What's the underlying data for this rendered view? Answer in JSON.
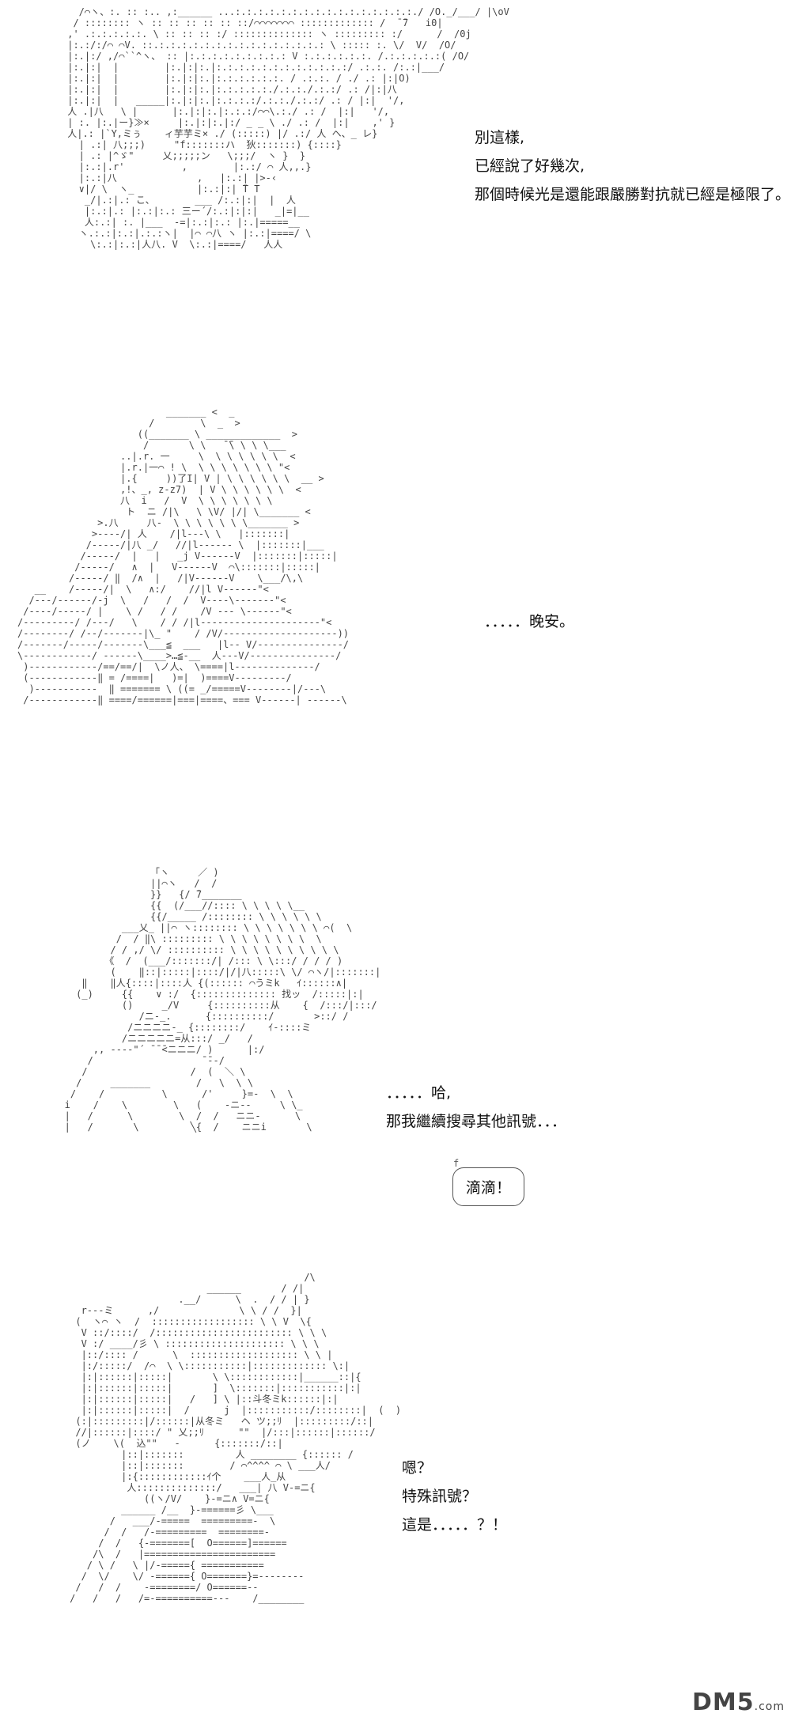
{
  "panels": [
    {
      "lines": [
        "別這樣,",
        "已經說了好幾次,",
        "那個時候光是還能跟嚴勝對抗就已經是極限了。"
      ]
    },
    {
      "lines": [
        "．．．．．晚安。"
      ]
    },
    {
      "lines": [
        "．．．．．哈,",
        "那我繼續搜尋其他訊號．．．"
      ],
      "bubble": "滴滴！"
    },
    {
      "lines": [
        "嗯？",
        "特殊訊號？",
        "這是．．．．．？！"
      ]
    }
  ],
  "watermark": {
    "brand": "DM5",
    "suffix": ".com"
  }
}
